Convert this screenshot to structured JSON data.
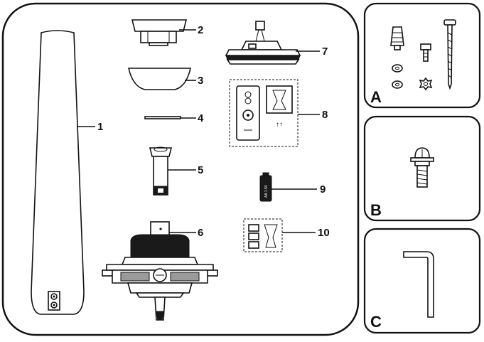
{
  "labels": {
    "p1": "1",
    "p2": "2",
    "p3": "3",
    "p4": "4",
    "p5": "5",
    "p6": "6",
    "p7": "7",
    "p8": "8",
    "p9": "9",
    "p10": "10",
    "a": "A",
    "b": "B",
    "c": "C"
  },
  "remote_arrows": "↑↑",
  "battery_text": "AA 1.5V",
  "colors": {
    "ink": "#111111",
    "background": "#ffffff",
    "motor_dark": "#1a1a1a"
  }
}
